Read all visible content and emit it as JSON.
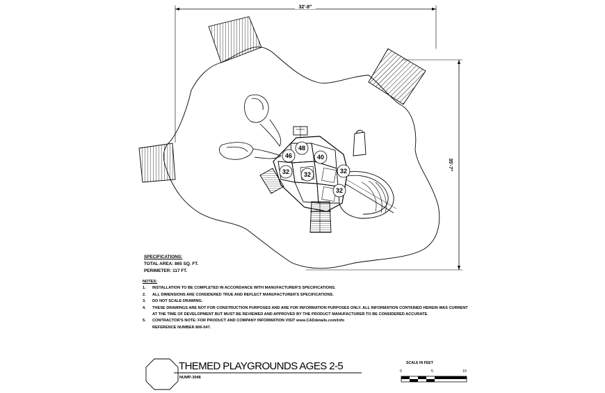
{
  "dimensions": {
    "width_label": "32'-8\"",
    "height_label": "35'-7\""
  },
  "deck_numbers": [
    "48",
    "40",
    "46",
    "32",
    "32",
    "32",
    "32"
  ],
  "specifications": {
    "heading": "SPECIFICATIONS:",
    "total_area": "TOTAL AREA: 865 SQ. FT.",
    "perimeter": "PERIMETER: 117 FT."
  },
  "notes": {
    "heading": "NOTES:",
    "items": [
      {
        "num": "1.",
        "text": "INSTALLATION TO BE COMPLETED IN ACCORDANCE WITH MANUFACTURER'S SPECIFICATIONS."
      },
      {
        "num": "2.",
        "text": "ALL DIMENSIONS ARE CONSIDERED TRUE AND REFLECT MANUFACTURER'S SPECIFICATIONS."
      },
      {
        "num": "3.",
        "text": "DO NOT SCALE DRAWING."
      },
      {
        "num": "4.",
        "text": "THESE DRAWINGS ARE NOT FOR CONSTRUCTION PURPOSES AND ARE FOR INFORMATION PURPOSES ONLY. ALL INFORMATION CONTAINED HEREIN WAS CURRENT AT THE TIME OF DEVELOPMENT BUT MUST BE REVIEWED AND APPROVED BY THE PRODUCT MANUFACTURER TO BE CONSIDERED ACCURATE."
      },
      {
        "num": "5.",
        "text": "CONTRACTOR'S NOTE: FOR PRODUCT AND COMPANY INFORMATION VISIT www.CADdetails.com/info"
      },
      {
        "num": "",
        "text": "REFERENCE NUMBER 806-047."
      }
    ]
  },
  "title_block": {
    "title": "THEMED PLAYGROUNDS AGES 2-5",
    "drawing_number": "NUMP-3048"
  },
  "scale_bar": {
    "label": "SCALE IN FEET",
    "ticks": [
      "0",
      "5",
      "10"
    ]
  }
}
